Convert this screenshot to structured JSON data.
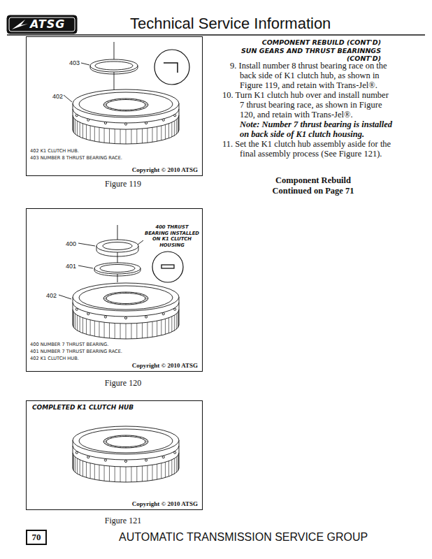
{
  "diagram": {
    "title": "Technical Service Information",
    "nodes": [
      {
        "text": [
          "403",
          "402",
          "402 K1 CLUTCH HUB.",
          "403 NUMBER 8 THRUST BEARING RACE.",
          "Copyright © 2010 ATSG"
        ]
      },
      {
        "text": [
          "400 THRUST BEARING INSTALLED ON K1 CLUTCH HOUSING",
          "400",
          "401",
          "402",
          "400 NUMBER 7 THRUST BEARING.",
          "401 NUMBER 7 THRUST BEARING RACE.",
          "402 K1 CLUTCH HUB.",
          "Copyright © 2010 ATSG"
        ]
      },
      {
        "text": [
          "COMPLETED K1 CLUTCH HUB",
          "Copyright © 2010 ATSG"
        ]
      }
    ],
    "labels": [
      "ATSG",
      "COMPONENT REBUILD (CONT'D)",
      "SUN GEARS AND THRUST BEARINNGS (CONT'D)",
      "9. Install number 8 thrust bearing race on the back side of K1 clutch hub, as shown in Figure 119, and retain with Trans-Jel®.",
      "10. Turn K1 clutch hub over and install number 7 thrust bearing race, as shown in Figure 120, and retain with Trans-Jel®.",
      "Note: Number 7 thrust bearing is installed on back side of K1 clutch housing.",
      "11. Set the K1 clutch hub assembly aside for the final assembly process (See Figure 121).",
      "Component Rebuild Continued on Page 71",
      "Figure 119",
      "Figure 120",
      "Figure 121",
      "70",
      "AUTOMATIC TRANSMISSION SERVICE GROUP"
    ]
  }
}
